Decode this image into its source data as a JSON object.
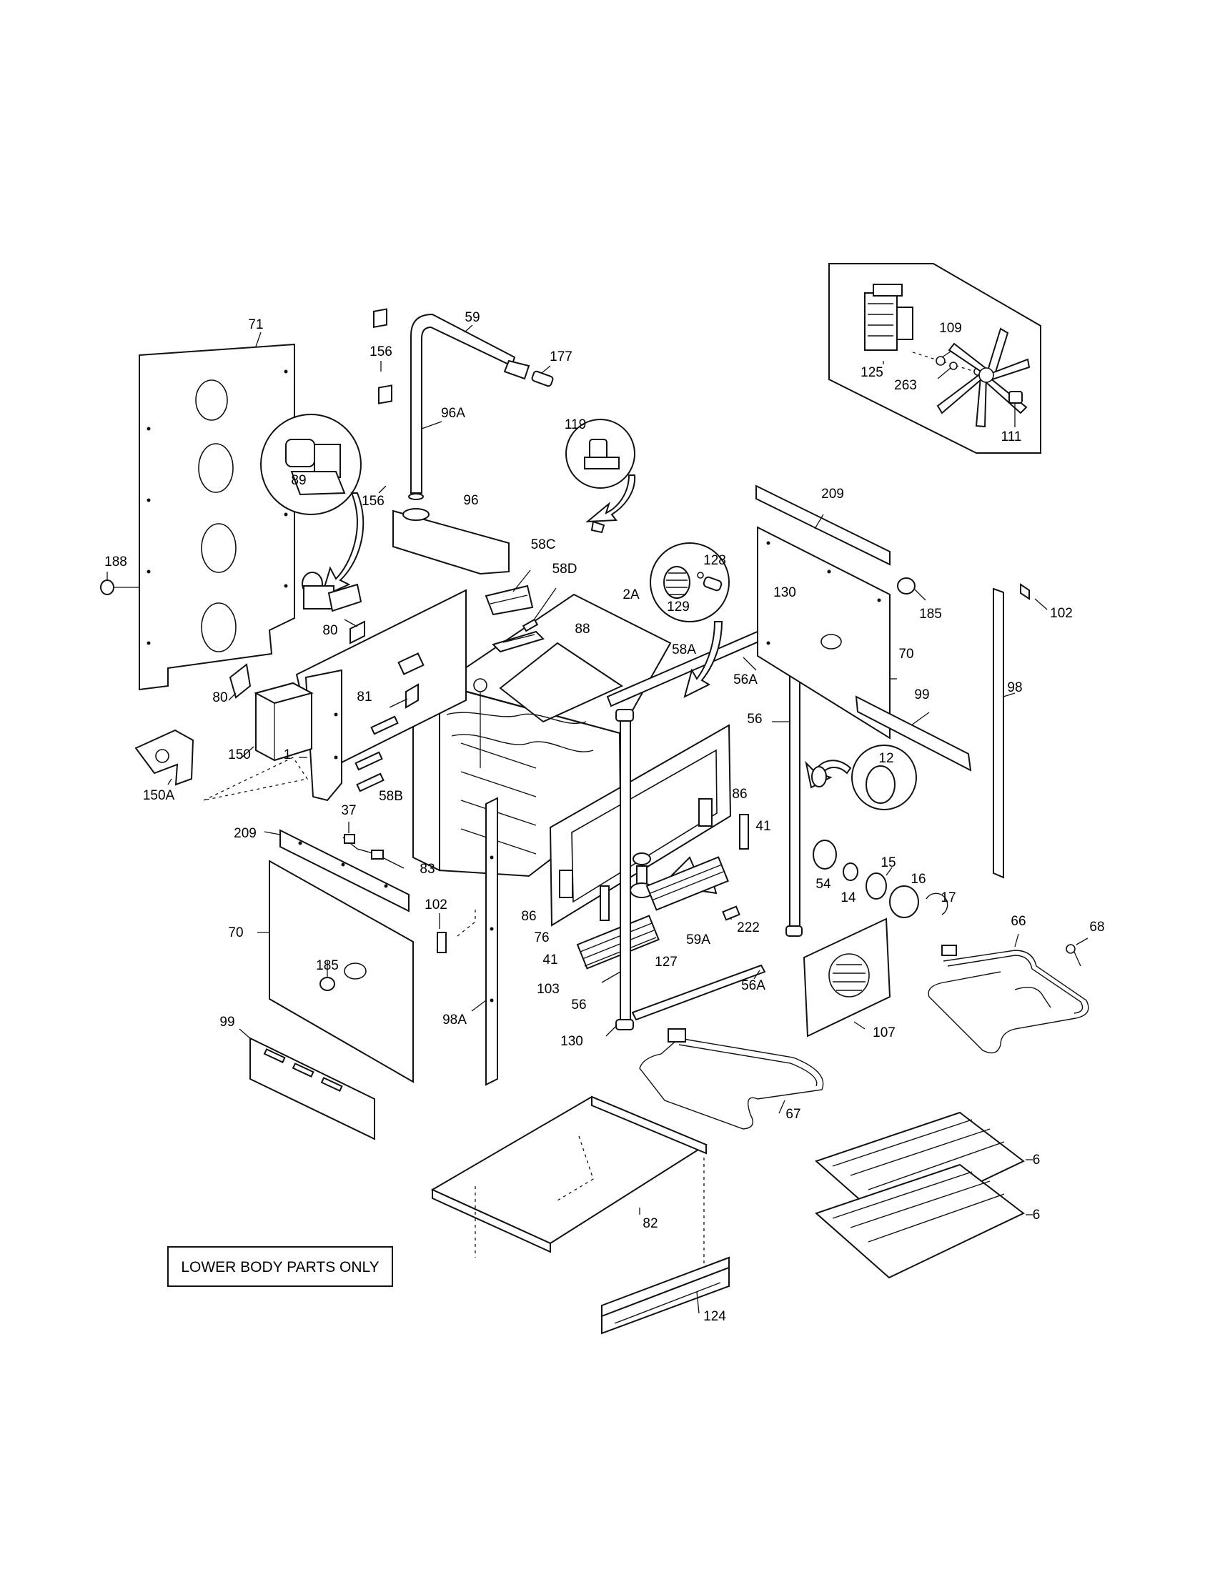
{
  "note": "LOWER BODY PARTS ONLY",
  "callouts": {
    "c71": "71",
    "c59": "59",
    "c156a": "156",
    "c177": "177",
    "c96A": "96A",
    "c119": "119",
    "c89": "89",
    "c156b": "156",
    "c96": "96",
    "c188": "188",
    "c58C": "58C",
    "c58D": "58D",
    "c2A": "2A",
    "c128": "128",
    "c129": "129",
    "c125": "125",
    "c109": "109",
    "c263": "263",
    "c111": "111",
    "c209a": "209",
    "c185a": "185",
    "c102a": "102",
    "c130a": "130",
    "c80a": "80",
    "c88": "88",
    "c58A": "58A",
    "c56Aa": "56A",
    "c70a": "70",
    "c80b": "80",
    "c81": "81",
    "c56a": "56",
    "c99a": "99",
    "c98": "98",
    "c150": "150",
    "c1": "1",
    "c12": "12",
    "c150A": "150A",
    "c37": "37",
    "c58B": "58B",
    "c86a": "86",
    "c209b": "209",
    "c41a": "41",
    "c83": "83",
    "c15": "15",
    "c16": "16",
    "c54": "54",
    "c14": "14",
    "c17": "17",
    "c102b": "102",
    "c86b": "86",
    "c66": "66",
    "c68": "68",
    "c76": "76",
    "c222": "222",
    "c59A": "59A",
    "c70b": "70",
    "c41b": "41",
    "c127": "127",
    "c185b": "185",
    "c103": "103",
    "c56Ab": "56A",
    "c56b": "56",
    "c99b": "99",
    "c98A": "98A",
    "c107": "107",
    "c130b": "130",
    "c67": "67",
    "c6a": "6",
    "c6b": "6",
    "c82": "82",
    "c124": "124"
  }
}
